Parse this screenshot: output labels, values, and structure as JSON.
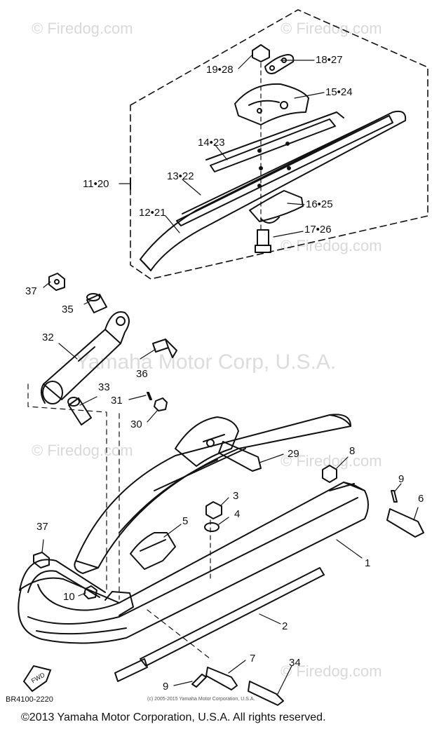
{
  "watermarks": {
    "firedog": "© Firedog.com",
    "yamaha": "Yamaha Motor Corp, U.S.A."
  },
  "callouts": {
    "c19_28": "19•28",
    "c18_27": "18•27",
    "c15_24": "15•24",
    "c14_23": "14•23",
    "c13_22": "13•22",
    "c11_20": "11•20",
    "c12_21": "12•21",
    "c16_25": "16•25",
    "c17_26": "17•26",
    "c37a": "37",
    "c35": "35",
    "c32": "32",
    "c36": "36",
    "c33": "33",
    "c31": "31",
    "c30": "30",
    "c29": "29",
    "c8": "8",
    "c9a": "9",
    "c6": "6",
    "c3": "3",
    "c4": "4",
    "c5": "5",
    "c37b": "37",
    "c1": "1",
    "c10": "10",
    "c2": "2",
    "c7": "7",
    "c34": "34",
    "c9b": "9"
  },
  "fwd_mark": "FWD",
  "diagram_code": "BR4100-2220",
  "small_copyright": "(c) 2005-2015 Yamaha Motor Corporation, U.S.A.",
  "footer": "©2013 Yamaha Motor Corporation, U.S.A. All rights reserved."
}
